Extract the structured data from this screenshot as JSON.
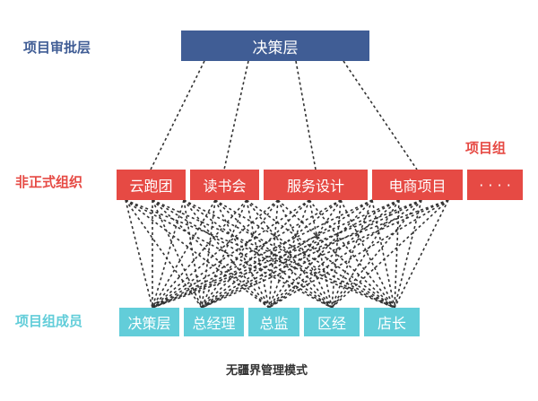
{
  "labels": {
    "approval_layer": "项目审批层",
    "informal_org": "非正式组织",
    "project_group": "项目组",
    "project_members": "项目组成员"
  },
  "top": {
    "label": "决策层"
  },
  "middle": [
    {
      "label": "云跑团"
    },
    {
      "label": "读书会"
    },
    {
      "label": "服务设计"
    },
    {
      "label": "电商项目"
    },
    {
      "label": "· · · ·"
    }
  ],
  "bottom": [
    {
      "label": "决策层"
    },
    {
      "label": "总经理"
    },
    {
      "label": "总监"
    },
    {
      "label": "区经"
    },
    {
      "label": "店长"
    }
  ],
  "caption": "无疆界管理模式",
  "colors": {
    "top_box": "#405d95",
    "middle_box": "#e64a44",
    "bottom_box": "#62cdd9",
    "approval_label": "#405d95",
    "informal_label": "#e64a44",
    "members_label": "#62cdd9",
    "connector": "#333333"
  }
}
